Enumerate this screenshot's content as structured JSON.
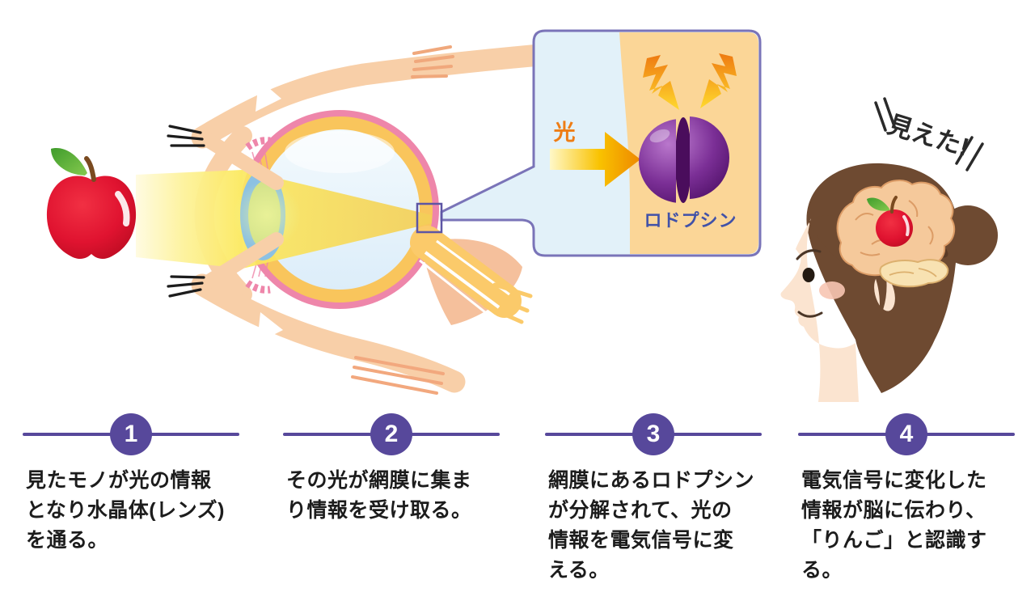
{
  "illustration": {
    "inset": {
      "light_label": "光",
      "molecule_label": "ロドプシン"
    },
    "head_caption": "見えた!"
  },
  "steps": [
    {
      "number": "1",
      "text": "見たモノが光の情報\nとなり水晶体(レンズ)\nを通る。"
    },
    {
      "number": "2",
      "text": "その光が網膜に集ま\nり情報を受け取る。"
    },
    {
      "number": "3",
      "text": "網膜にあるロドプシン\nが分解されて、光の\n情報を電気信号に変\nえる。"
    },
    {
      "number": "4",
      "text": "電気信号に変化した\n情報が脳に伝わり、\n「りんご」と認識する。"
    }
  ],
  "colors": {
    "accent_purple": "#57489b",
    "callout_border": "#7a74b8",
    "callout_blue": "#e2f1f9",
    "callout_orange": "#fbd697",
    "arrow_orange": "#f08c00",
    "rhodopsin_purple": "#6b2282",
    "molecule_label_blue": "#4152a8",
    "light_label_orange": "#ee7d15",
    "apple_red": "#d81226",
    "skin_peach": "#f8cfa8",
    "eye_ring_pink": "#ee86aa",
    "eye_ring_yellow": "#f9c55c",
    "beam_yellow": "#fbe95f",
    "hair_brown": "#6e4a31",
    "text_dark": "#1c1c1c"
  }
}
